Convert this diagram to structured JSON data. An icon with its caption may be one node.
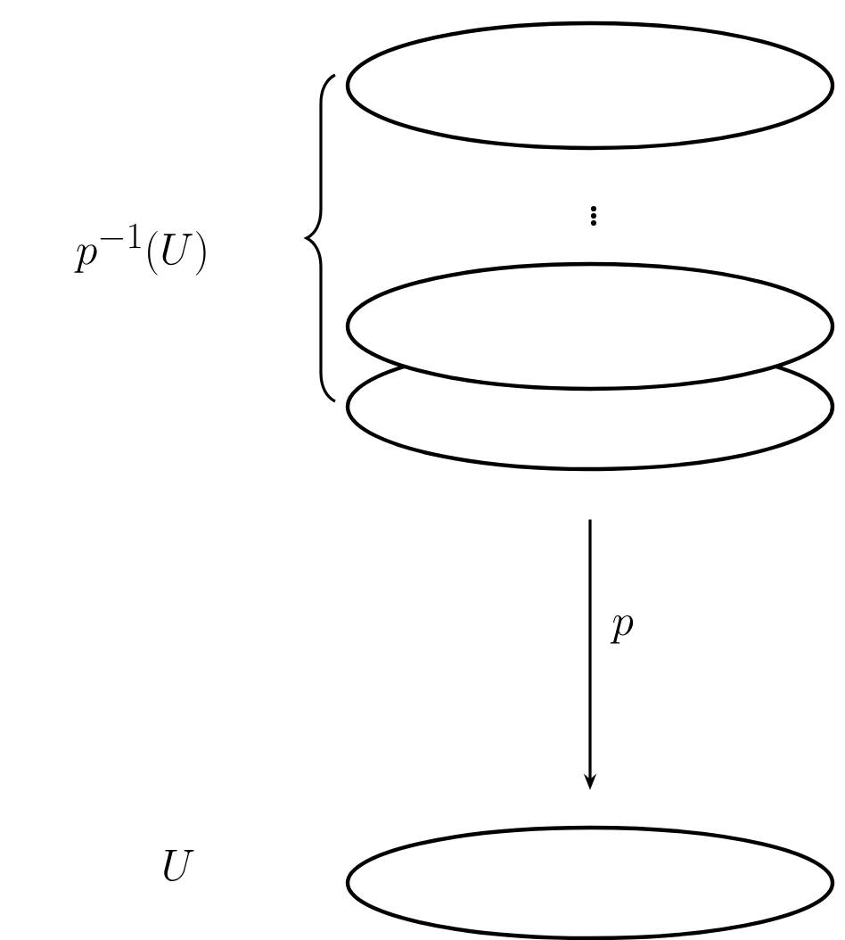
{
  "diagram": {
    "nodes": [
      {
        "text": [],
        "shape": "ellipse"
      },
      {
        "text": [],
        "shape": "ellipse"
      },
      {
        "text": [],
        "shape": "ellipse"
      },
      {
        "text": [],
        "shape": "ellipse"
      }
    ],
    "edges": [
      {
        "from": 2,
        "to": 3,
        "arrow": "to",
        "label": "p"
      }
    ],
    "labels": [
      "p^{-1}(U)",
      "\\vdots",
      "U"
    ]
  }
}
